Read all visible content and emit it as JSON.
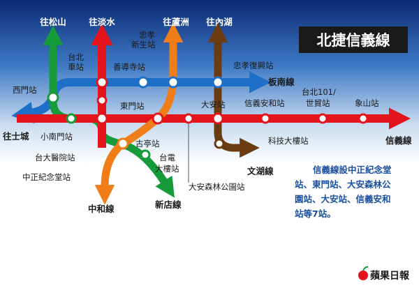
{
  "title": "北捷信義線",
  "directions": {
    "songshan": "往松山",
    "tamsui": "往淡水",
    "luzhou": "往蘆洲",
    "neihu": "往內湖",
    "shilin": "往士城",
    "bannan": "板南線",
    "xinyi": "信義線",
    "wenhu": "文湖線",
    "zhonghe": "中和線",
    "xindian": "新店線"
  },
  "stations": {
    "taipei_main_1": "台北",
    "taipei_main_2": "車站",
    "shandao": "善導寺站",
    "zhongxiao_xinsheng_1": "忠孝",
    "zhongxiao_xinsheng_2": "新生站",
    "zhongxiao_fuxing": "忠孝復興站",
    "ximen": "西門站",
    "dongmen": "東門站",
    "daan": "大安站",
    "xinyi_anhe": "信義安和站",
    "taipei101_1": "台北101/",
    "taipei101_2": "世貿站",
    "xiangshan": "象山站",
    "xiaonanmen": "小南門站",
    "ntuh": "台大醫院站",
    "cks_memorial": "中正紀念堂站",
    "guting": "古亭站",
    "taipower_1": "台電",
    "taipower_2": "大樓站",
    "technology": "科技大樓站",
    "daan_park": "大安森林公園站"
  },
  "note": [
    "信義線設中正紀念堂",
    "站、東門站、大安森林公",
    "園站、大安站、信義安和",
    "站等7站。"
  ],
  "logo": "蘋果日報",
  "colors": {
    "red": "#e3141b",
    "blue": "#1e6fc8",
    "green": "#169a3a",
    "orange": "#f07d17",
    "brown": "#6b3c12",
    "title_bg": "#1a1a1a",
    "bg_top": "#0b2a74",
    "bg_bottom": "#ffffff",
    "note_text": "#1a4fa0"
  }
}
